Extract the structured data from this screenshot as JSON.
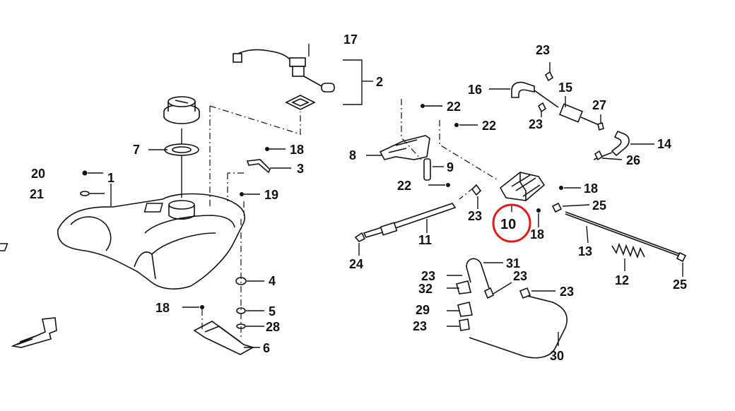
{
  "diagram": {
    "highlight_color": "#e01b1b",
    "highlighted_part": "10",
    "callouts": [
      "17",
      "2",
      "22",
      "22",
      "8",
      "9",
      "22",
      "18",
      "10",
      "18",
      "23",
      "25",
      "11",
      "24",
      "13",
      "12",
      "25",
      "16",
      "15",
      "23",
      "23",
      "27",
      "14",
      "26",
      "31",
      "23",
      "32",
      "23",
      "23",
      "29",
      "23",
      "30",
      "20",
      "21",
      "1",
      "7",
      "18",
      "3",
      "19",
      "4",
      "5",
      "28",
      "18",
      "6"
    ]
  }
}
